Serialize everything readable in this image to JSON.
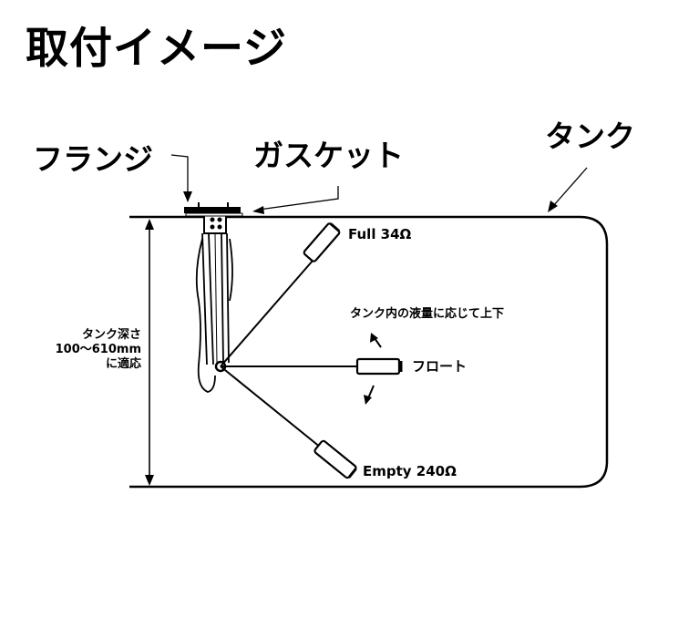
{
  "title": "取付イメージ",
  "labels": {
    "flange": "フランジ",
    "gasket": "ガスケット",
    "tank": "タンク",
    "full": "Full 34Ω",
    "empty": "Empty 240Ω",
    "float": "フロート",
    "float_motion": "タンク内の液量に応じて上下",
    "depth_line1": "タンク深さ",
    "depth_line2": "100〜610mm",
    "depth_line3": "に適応"
  },
  "colors": {
    "ink": "#000000",
    "background": "#ffffff"
  }
}
